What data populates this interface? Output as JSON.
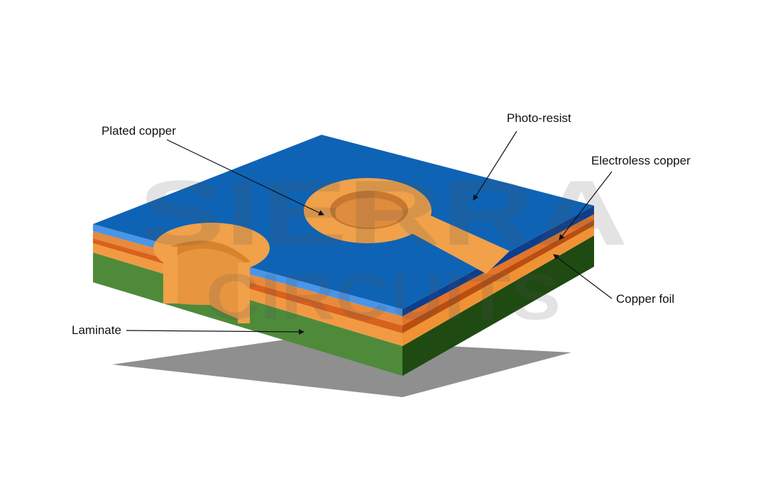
{
  "labels": {
    "plated_copper": "Plated copper",
    "photo_resist": "Photo-resist",
    "electroless_copper": "Electroless copper",
    "copper_foil": "Copper foil",
    "laminate": "Laminate"
  },
  "watermark": {
    "line1": "SIERRA",
    "line2": "CIRCUITS"
  },
  "colors": {
    "photo_resist_top": "#0e63b5",
    "photo_resist_side": "#4a95e6",
    "photo_resist_right": "#0b3e8c",
    "plated_copper": "#f0a14a",
    "electroless_copper": "#d8621d",
    "copper_foil": "#f29a43",
    "laminate_side": "#4f8a3a",
    "laminate_right": "#1f4a12",
    "shadow": "#8f8f8f"
  }
}
